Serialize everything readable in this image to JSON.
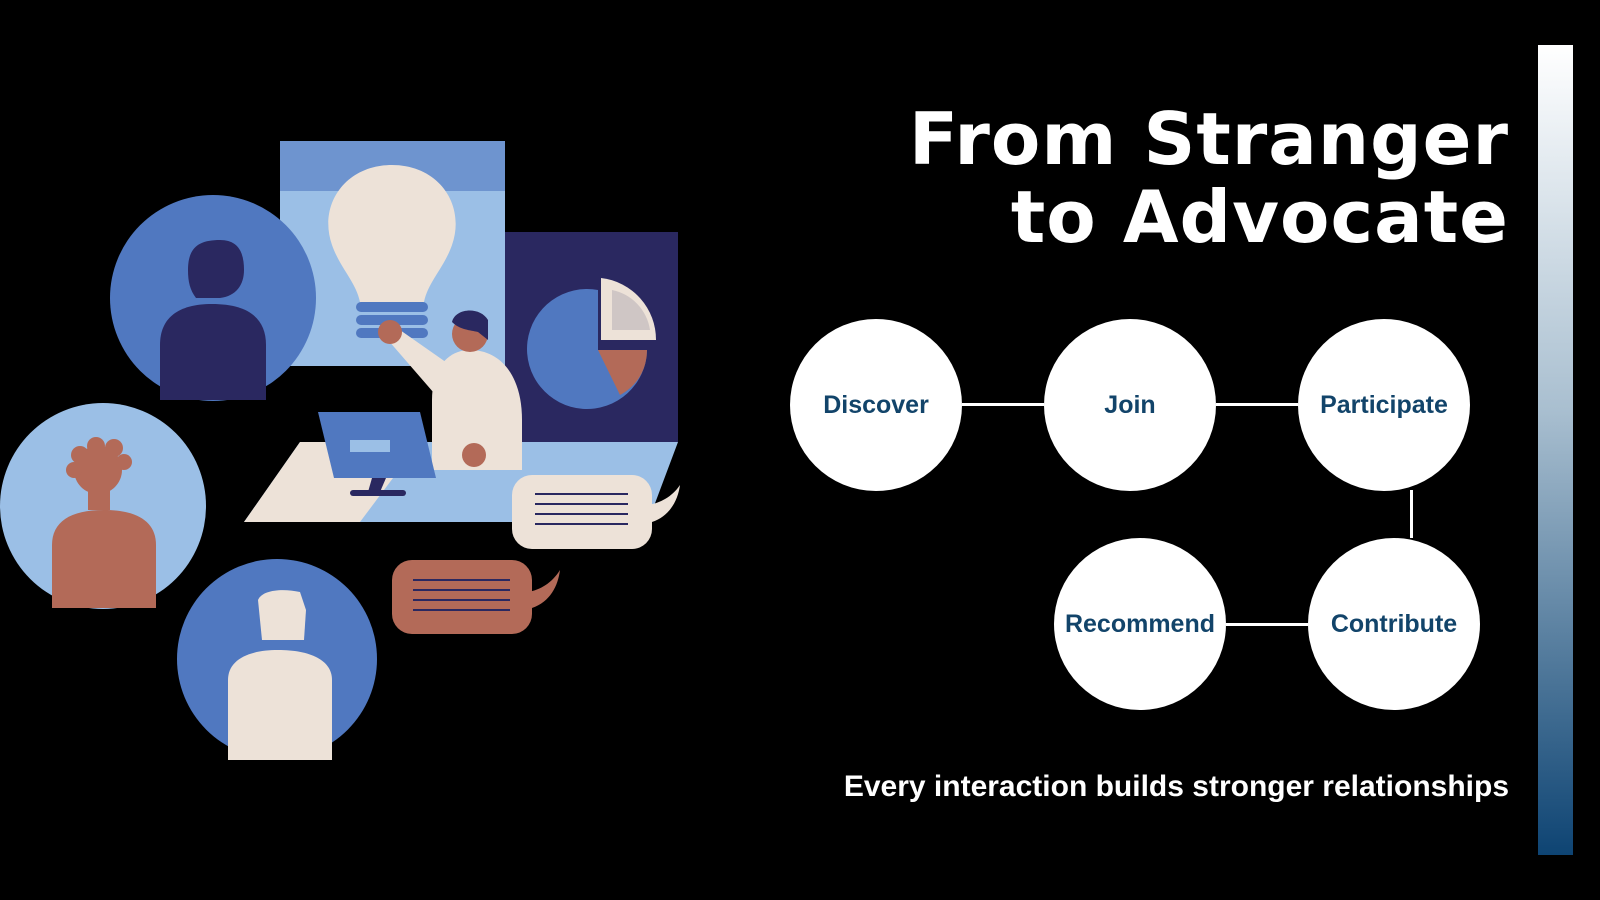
{
  "title": {
    "line1": "From Stranger",
    "line2": "to Advocate"
  },
  "steps": [
    {
      "label": "Discover"
    },
    {
      "label": "Join"
    },
    {
      "label": "Participate"
    },
    {
      "label": "Contribute"
    },
    {
      "label": "Recommend"
    }
  ],
  "tagline": "Every interaction builds stronger relationships",
  "colors": {
    "background": "#000000",
    "node_fill": "#ffffff",
    "node_text": "#12446a",
    "accent_gradient_top": "#ffffff",
    "accent_gradient_bottom": "#0e4473",
    "illustration_blue": "#5078c0",
    "illustration_navy": "#2a2860",
    "illustration_light_blue": "#9bbfe6",
    "illustration_cream": "#ede2d8",
    "illustration_terracotta": "#b36a58"
  },
  "illustration": {
    "icons": [
      "person-avatar-icon",
      "lightbulb-icon",
      "pie-chart-icon",
      "presenter-icon",
      "laptop-icon",
      "speech-bubble-icon"
    ]
  }
}
